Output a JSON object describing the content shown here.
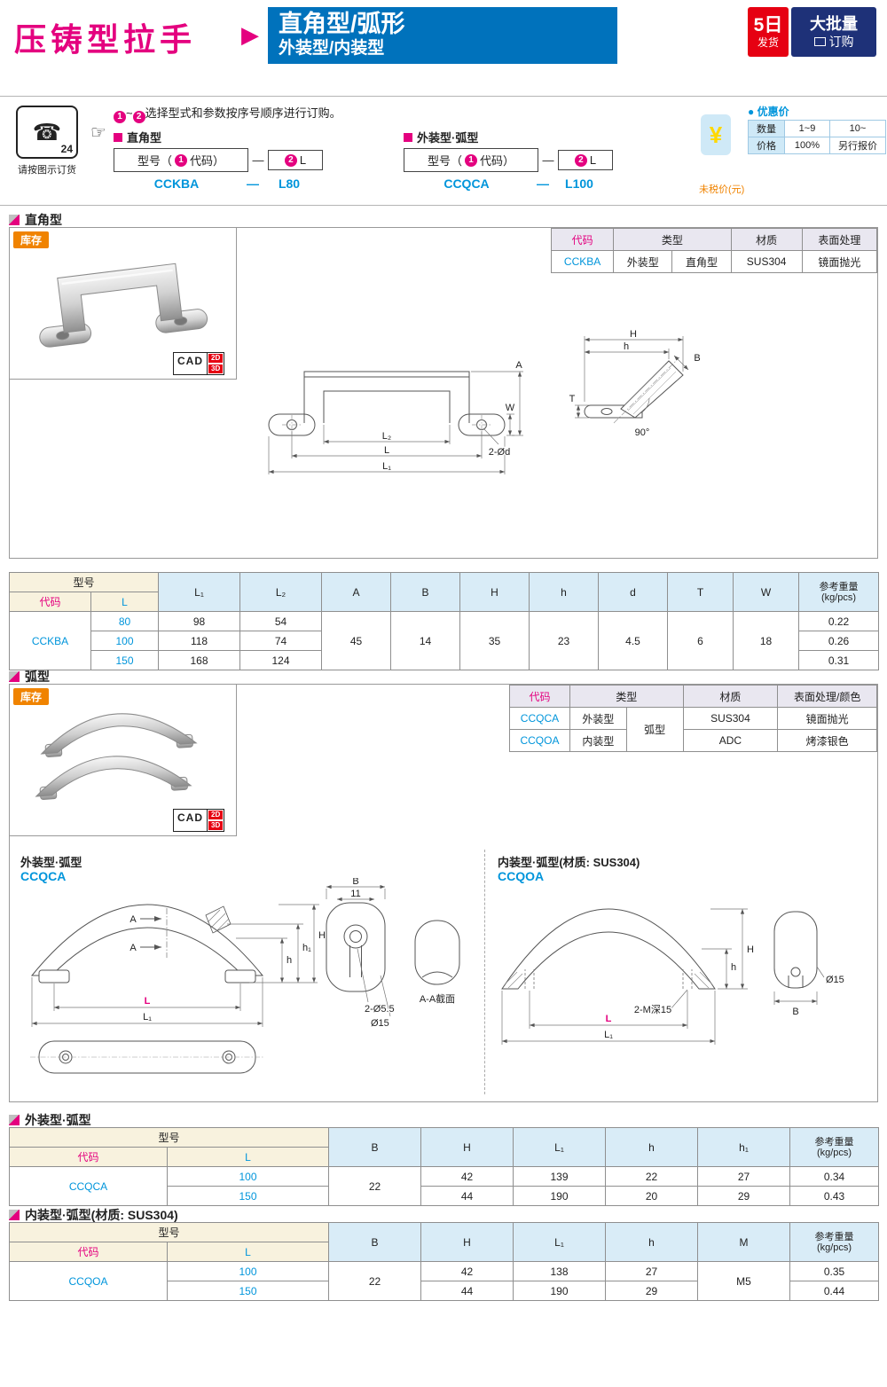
{
  "header": {
    "title": "压铸型拉手",
    "arrow": "▶",
    "subtitle1": "直角型/弧形",
    "subtitle2": "外装型/内装型",
    "day_badge_top": "5日",
    "day_badge_bottom": "发货",
    "bulk_badge_top": "大批量",
    "bulk_badge_bottom": "订购"
  },
  "ordering": {
    "phone_icon": "☎",
    "phone_24": "24",
    "phone_caption": "请按图示订货",
    "pointer_icon": "☞",
    "inst_n1": "1",
    "inst_range": "~",
    "inst_n2": "2",
    "inst_text": "选择型式和参数按序号顺序进行订购。",
    "group1": {
      "label": "直角型",
      "f_pre": "型号（",
      "f_n1": "1",
      "f_mid": "代码）",
      "f_dash": "—",
      "f_n2": "2",
      "f_suffix": "L",
      "ex_code": "CCKBA",
      "ex_dash": "—",
      "ex_val": "L80"
    },
    "group2": {
      "label": "外装型·弧型",
      "f_pre": "型号（",
      "f_n1": "1",
      "f_mid": "代码）",
      "f_dash": "—",
      "f_n2": "2",
      "f_suffix": "L",
      "ex_code": "CCQCA",
      "ex_dash": "—",
      "ex_val": "L100"
    },
    "price": {
      "yen": "¥",
      "bullet": "●",
      "title": "优惠价",
      "qty_label": "数量",
      "qty1": "1~9",
      "qty2": "10~",
      "price_label": "价格",
      "price1": "100%",
      "price2": "另行报价",
      "note": "未税价(元)"
    }
  },
  "badges": {
    "stock": "库存",
    "cad": "CAD",
    "cad_2d": "2D",
    "cad_3d": "3D"
  },
  "section1": {
    "title": "直角型"
  },
  "spec1": {
    "h_code": "代码",
    "h_type": "类型",
    "h_material": "材质",
    "h_finish": "表面处理",
    "code": "CCKBA",
    "type1": "外装型",
    "type2": "直角型",
    "material": "SUS304",
    "finish": "镜面抛光"
  },
  "dwg_ra_front": {
    "A": "A",
    "W": "W",
    "L2": "L₂",
    "L": "L",
    "L1": "L₁",
    "holes": "2-Ød"
  },
  "dwg_ra_side": {
    "H": "H",
    "h": "h",
    "T": "T",
    "B": "B",
    "angle": "90°"
  },
  "t1": {
    "h_model": "型号",
    "h_code": "代码",
    "h_L": "L",
    "h_L1": "L₁",
    "h_L2": "L₂",
    "h_A": "A",
    "h_B": "B",
    "h_H": "H",
    "h_h": "h",
    "h_d": "d",
    "h_T": "T",
    "h_W": "W",
    "h_weight1": "参考重量",
    "h_weight2": "(kg/pcs)",
    "code": "CCKBA",
    "rows": [
      {
        "L": "80",
        "L1": "98",
        "L2": "54",
        "weight": "0.22"
      },
      {
        "L": "100",
        "L1": "118",
        "L2": "74",
        "weight": "0.26"
      },
      {
        "L": "150",
        "L1": "168",
        "L2": "124",
        "weight": "0.31"
      }
    ],
    "A": "45",
    "B": "14",
    "H": "35",
    "h": "23",
    "d": "4.5",
    "T": "6",
    "W": "18"
  },
  "section2": {
    "title": "弧型"
  },
  "spec2": {
    "h_code": "代码",
    "h_type": "类型",
    "h_material": "材质",
    "h_finish": "表面处理/颜色",
    "type_shared": "弧型",
    "rows": [
      {
        "code": "CCQCA",
        "type": "外装型",
        "material": "SUS304",
        "finish": "镜面抛光"
      },
      {
        "code": "CCQOA",
        "type": "内装型",
        "material": "ADC",
        "finish": "烤漆银色"
      }
    ]
  },
  "arc_out": {
    "title": "外装型·弧型",
    "code": "CCQCA",
    "A": "A",
    "L": "L",
    "L1": "L₁",
    "h": "h",
    "h1": "h₁",
    "H": "H",
    "B": "B",
    "n11": "11",
    "holes": "2-Ø5.5",
    "d15": "Ø15",
    "section_label": "A-A截面"
  },
  "arc_in": {
    "title": "内装型·弧型(材质: SUS304)",
    "code": "CCQOA",
    "thread": "2-M深15",
    "L": "L",
    "L1": "L₁",
    "h": "h",
    "H": "H",
    "d15": "Ø15",
    "B": "B"
  },
  "section3": {
    "title": "外装型·弧型"
  },
  "t2": {
    "h_model": "型号",
    "h_code": "代码",
    "h_L": "L",
    "h_B": "B",
    "h_H": "H",
    "h_L1": "L₁",
    "h_h": "h",
    "h_h1": "h₁",
    "h_weight1": "参考重量",
    "h_weight2": "(kg/pcs)",
    "code": "CCQCA",
    "B": "22",
    "rows": [
      {
        "L": "100",
        "H": "42",
        "L1": "139",
        "h": "22",
        "h1": "27",
        "weight": "0.34"
      },
      {
        "L": "150",
        "H": "44",
        "L1": "190",
        "h": "20",
        "h1": "29",
        "weight": "0.43"
      }
    ]
  },
  "section4": {
    "title": "内装型·弧型(材质: SUS304)"
  },
  "t3": {
    "h_model": "型号",
    "h_code": "代码",
    "h_L": "L",
    "h_B": "B",
    "h_H": "H",
    "h_L1": "L₁",
    "h_h": "h",
    "h_M": "M",
    "h_weight1": "参考重量",
    "h_weight2": "(kg/pcs)",
    "code": "CCQOA",
    "B": "22",
    "M": "M5",
    "rows": [
      {
        "L": "100",
        "H": "42",
        "L1": "138",
        "h": "27",
        "weight": "0.35"
      },
      {
        "L": "150",
        "H": "44",
        "L1": "190",
        "h": "29",
        "weight": "0.44"
      }
    ]
  }
}
